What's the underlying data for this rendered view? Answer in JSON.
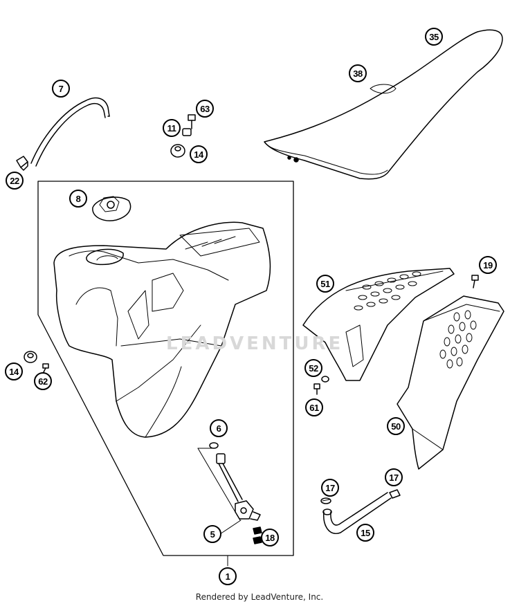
{
  "watermark": "LEADVENTURE",
  "footer": "Rendered by LeadVenture, Inc.",
  "callouts": [
    {
      "id": "c35",
      "label": "35"
    },
    {
      "id": "c38",
      "label": "38"
    },
    {
      "id": "c7",
      "label": "7"
    },
    {
      "id": "c63",
      "label": "63"
    },
    {
      "id": "c11",
      "label": "11"
    },
    {
      "id": "c14a",
      "label": "14"
    },
    {
      "id": "c22",
      "label": "22"
    },
    {
      "id": "c8",
      "label": "8"
    },
    {
      "id": "c51",
      "label": "51"
    },
    {
      "id": "c19",
      "label": "19"
    },
    {
      "id": "c14b",
      "label": "14"
    },
    {
      "id": "c62",
      "label": "62"
    },
    {
      "id": "c52",
      "label": "52"
    },
    {
      "id": "c61",
      "label": "61"
    },
    {
      "id": "c50",
      "label": "50"
    },
    {
      "id": "c6",
      "label": "6"
    },
    {
      "id": "c17a",
      "label": "17"
    },
    {
      "id": "c17b",
      "label": "17"
    },
    {
      "id": "c5",
      "label": "5"
    },
    {
      "id": "c18",
      "label": "18"
    },
    {
      "id": "c15",
      "label": "15"
    },
    {
      "id": "c1",
      "label": "1"
    }
  ]
}
